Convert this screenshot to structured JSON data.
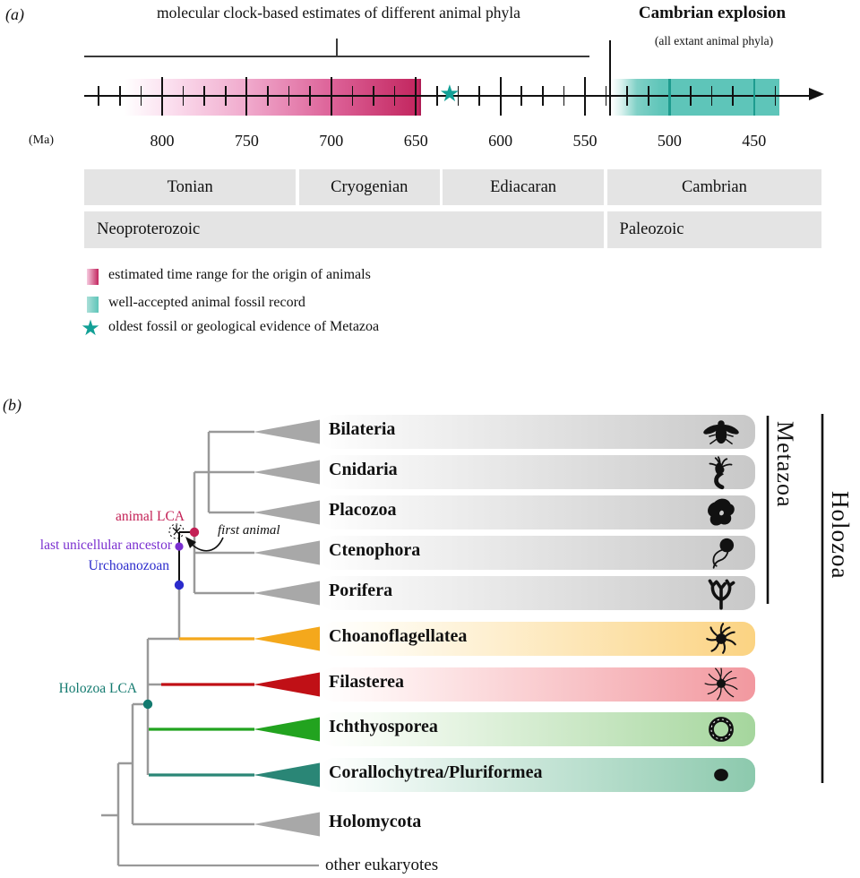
{
  "panel_a": {
    "label": "(a)",
    "title": "molecular clock-based estimates of different animal phyla",
    "cambrian_title": "Cambrian explosion",
    "cambrian_subtitle": "(all extant animal phyla)",
    "axis_unit": "(Ma)",
    "major_ticks": [
      800,
      750,
      700,
      650,
      600,
      550,
      500,
      450
    ],
    "timeline": {
      "origin_range_ma": {
        "start": 823,
        "end": 648
      },
      "fossil_record_ma": {
        "start": 534,
        "end": 435
      },
      "oldest_fossil_star_ma": 630,
      "cambrian_line_ma": 535
    },
    "periods": [
      {
        "label": "Tonian",
        "from_ma": 846,
        "to_ma": 721
      },
      {
        "label": "Cryogenian",
        "from_ma": 719,
        "to_ma": 636
      },
      {
        "label": "Ediacaran",
        "from_ma": 634,
        "to_ma": 539
      },
      {
        "label": "Cambrian",
        "from_ma": 537,
        "to_ma": 410
      }
    ],
    "eras": [
      {
        "label": "Neoproterozoic",
        "from_ma": 846,
        "to_ma": 539
      },
      {
        "label": "Paleozoic",
        "from_ma": 537,
        "to_ma": 410
      }
    ],
    "legend": [
      {
        "swatch": "pink-gradient-swatch",
        "label": "estimated time range for the origin of animals",
        "color": "#c2255e"
      },
      {
        "swatch": "teal-swatch",
        "label": "well-accepted animal fossil record",
        "color": "#5ec5b9"
      },
      {
        "swatch": "star-swatch",
        "label": "oldest fossil or geological evidence of Metazoa",
        "color": "#12a096"
      }
    ],
    "colors": {
      "origin_light": "#fbdeee",
      "origin_deep": "#c2255e",
      "fossil_teal": "#5ec5b9",
      "fossil_teal_dark": "#1e9c8f",
      "star_teal": "#12a096",
      "star_glyph": "★"
    }
  },
  "panel_b": {
    "label": "(b)",
    "clades": [
      {
        "name": "Bilateria",
        "icon": "fly-icon",
        "branch": "#999999",
        "triangle": "#a8a8a8",
        "bar_from": "#f7f7f7",
        "bar_to": "#c8c8c8",
        "group": "Metazoa"
      },
      {
        "name": "Cnidaria",
        "icon": "hydra-icon",
        "branch": "#999999",
        "triangle": "#a8a8a8",
        "bar_from": "#f7f7f7",
        "bar_to": "#c8c8c8",
        "group": "Metazoa"
      },
      {
        "name": "Placozoa",
        "icon": "blob-icon",
        "branch": "#999999",
        "triangle": "#a8a8a8",
        "bar_from": "#f7f7f7",
        "bar_to": "#c8c8c8",
        "group": "Metazoa"
      },
      {
        "name": "Ctenophora",
        "icon": "comb-jelly-icon",
        "branch": "#999999",
        "triangle": "#a8a8a8",
        "bar_from": "#f7f7f7",
        "bar_to": "#c8c8c8",
        "group": "Metazoa"
      },
      {
        "name": "Porifera",
        "icon": "sponge-icon",
        "branch": "#999999",
        "triangle": "#a8a8a8",
        "bar_from": "#f7f7f7",
        "bar_to": "#c8c8c8",
        "group": "Metazoa"
      },
      {
        "name": "Choanoflagellatea",
        "icon": "rosette-icon",
        "branch": "#f4a81c",
        "triangle": "#f4a81c",
        "bar_from": "#fffcf3",
        "bar_to": "#fbd382",
        "group": "Holozoa"
      },
      {
        "name": "Filasterea",
        "icon": "filopodia-cell-icon",
        "branch": "#c01016",
        "triangle": "#c01016",
        "bar_from": "#fff5f5",
        "bar_to": "#f2989f",
        "group": "Holozoa"
      },
      {
        "name": "Ichthyosporea",
        "icon": "ring-icon",
        "branch": "#22a31f",
        "triangle": "#22a31f",
        "bar_from": "#f7fcf5",
        "bar_to": "#a5d69d",
        "group": "Holozoa"
      },
      {
        "name": "Corallochytrea/Pluriformea",
        "icon": "dot-icon",
        "branch": "#2a8676",
        "triangle": "#2a8676",
        "bar_from": "#f3faf7",
        "bar_to": "#8cc9ad",
        "group": "Holozoa"
      },
      {
        "name": "Holomycota",
        "icon": null,
        "branch": "#999999",
        "triangle": "#a8a8a8",
        "bar_from": null,
        "bar_to": null,
        "group": null
      }
    ],
    "other_eukaryotes_label": "other eukaryotes",
    "first_animal_label": "first animal",
    "nodes": [
      {
        "label": "animal LCA",
        "color": "#c32055"
      },
      {
        "label": "last unicellular ancestor",
        "color": "#7a2fd0"
      },
      {
        "label": "Urchoanozoan",
        "color": "#2b2bcc"
      },
      {
        "label": "Holozoa LCA",
        "color": "#137a6f"
      }
    ],
    "groups": [
      {
        "label": "Metazoa"
      },
      {
        "label": "Holozoa"
      }
    ]
  }
}
